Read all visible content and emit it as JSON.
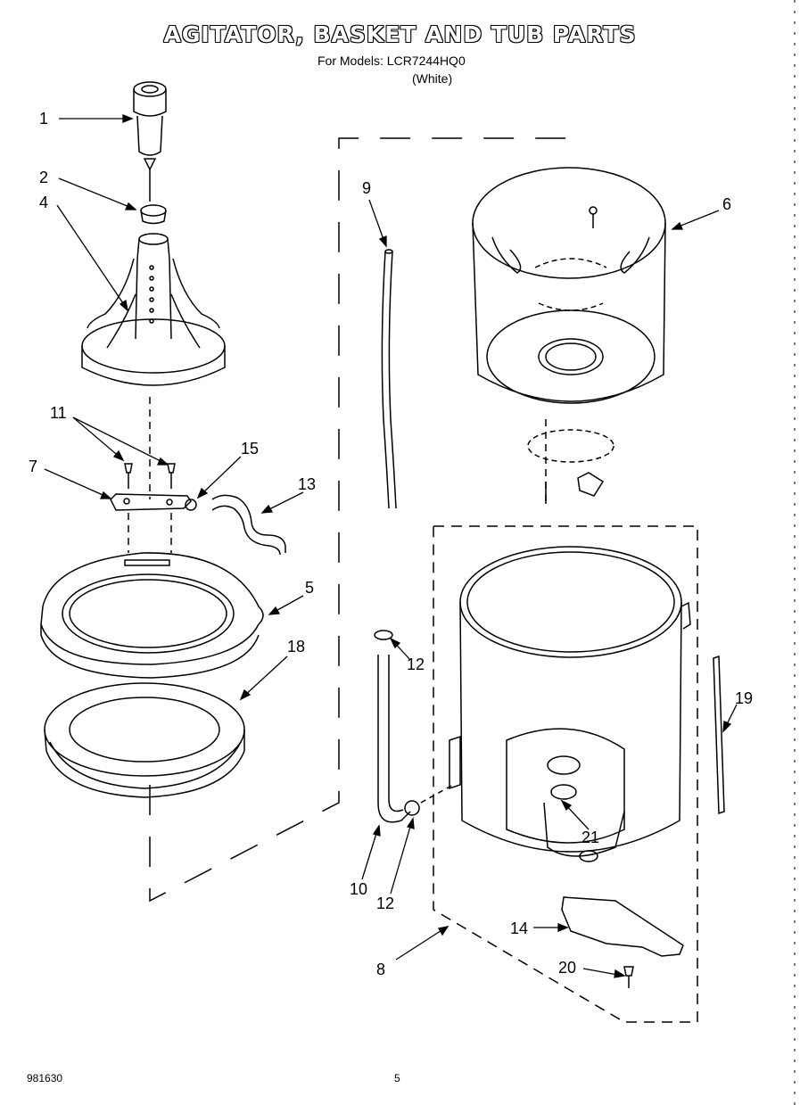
{
  "title": "AGITATOR, BASKET AND TUB PARTS",
  "subtitle": "For Models: LCR7244HQ0",
  "subtitle_color": "(White)",
  "footer": {
    "doc_number": "981630",
    "page": "5"
  },
  "callouts": {
    "c1": "1",
    "c2": "2",
    "c4": "4",
    "c11": "11",
    "c7": "7",
    "c15": "15",
    "c13": "13",
    "c5": "5",
    "c18": "18",
    "c9": "9",
    "c6": "6",
    "c12a": "12",
    "c12b": "12",
    "c10": "10",
    "c21": "21",
    "c19": "19",
    "c14": "14",
    "c8": "8",
    "c20": "20"
  }
}
